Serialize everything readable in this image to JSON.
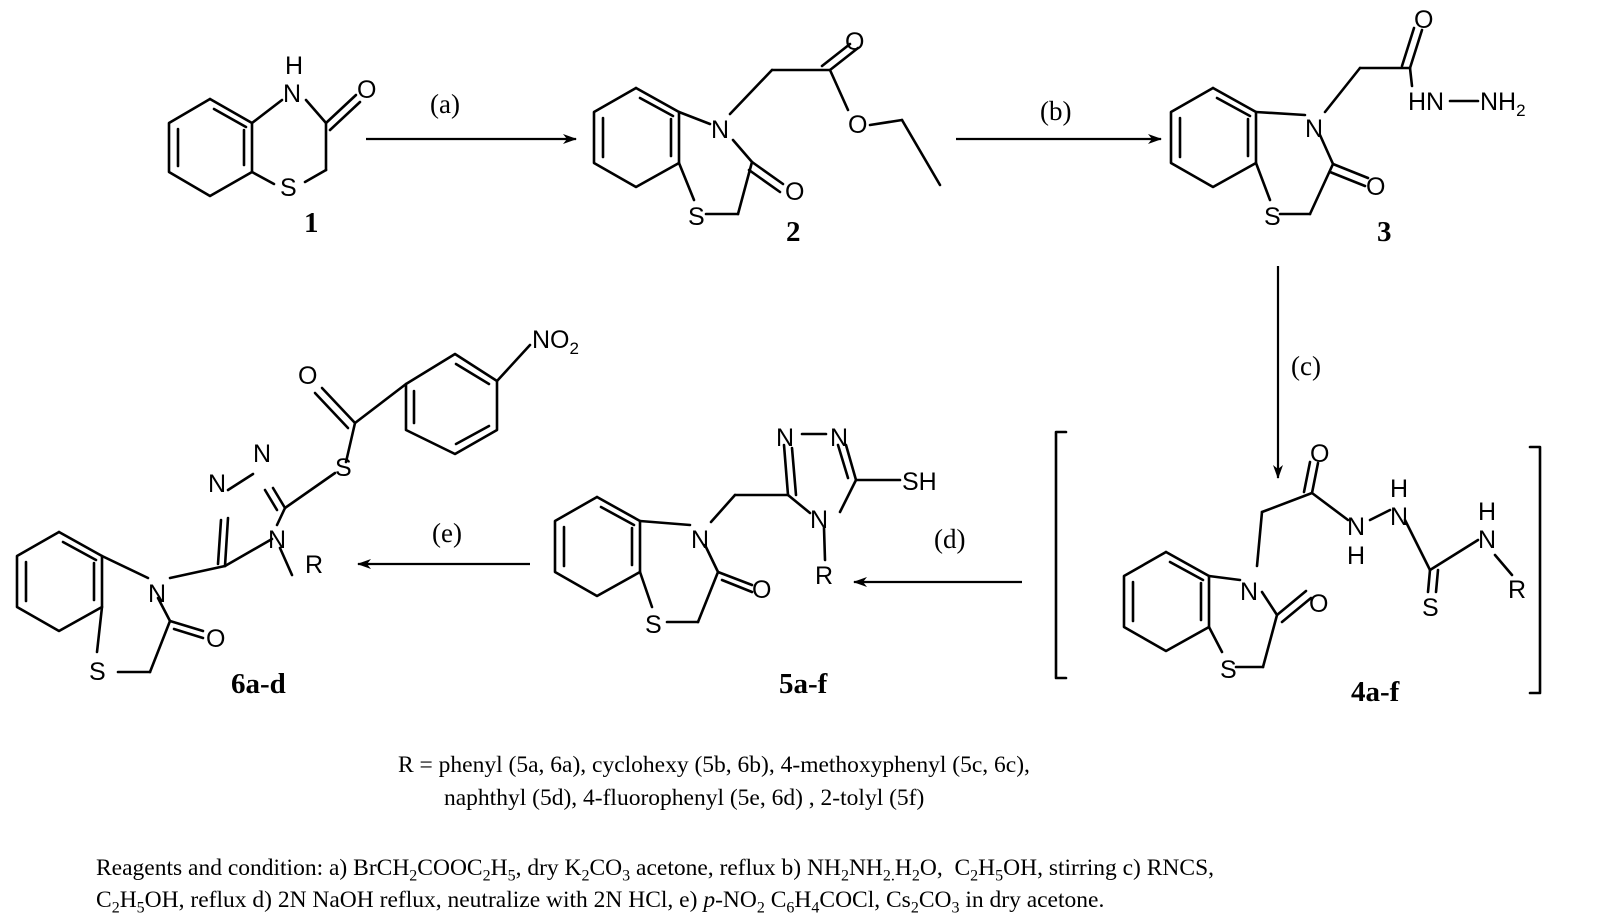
{
  "compound_labels": {
    "c1": "1",
    "c2": "2",
    "c3": "3",
    "c4": "4a-f",
    "c5": "5a-f",
    "c6": "6a-d"
  },
  "step_labels": {
    "a": "(a)",
    "b": "(b)",
    "c": "(c)",
    "d": "(d)",
    "e": "(e)"
  },
  "atom_labels": {
    "H": "H",
    "N": "N",
    "O": "O",
    "S": "S",
    "R": "R",
    "SH": "SH",
    "HN": "HN",
    "NH": "NH",
    "nitro": "NO",
    "nitro_sub": "2",
    "amine_sub": "2"
  },
  "substituents": {
    "line1_prefix": "R = phenyl (5a, 6a), cyclohexy (5b, 6b), 4-methoxyphenyl (5c, 6c),",
    "line2": "naphthyl (5d), 4-fluorophenyl (5e, 6d) , 2-tolyl (5f)"
  },
  "reagents": {
    "heading": "Reagents and condition:",
    "a_label": "a)",
    "b_label": "b)",
    "c_label": "c)",
    "d_label": "d)",
    "e_label": "e)",
    "a_reagent": "BrCH",
    "a_tail": ", dry K",
    "a_end": " acetone, reflux",
    "b_reagent": "NH",
    "b_solvent": ", stirring",
    "c_reagent": "RNCS,",
    "c_solvent": "OH, reflux",
    "d_text": "2N NaOH reflux, neutralize with 2N HCl,",
    "e_prefix": "p",
    "e_reagent": "-NO",
    "e_tail": " in dry acetone."
  }
}
